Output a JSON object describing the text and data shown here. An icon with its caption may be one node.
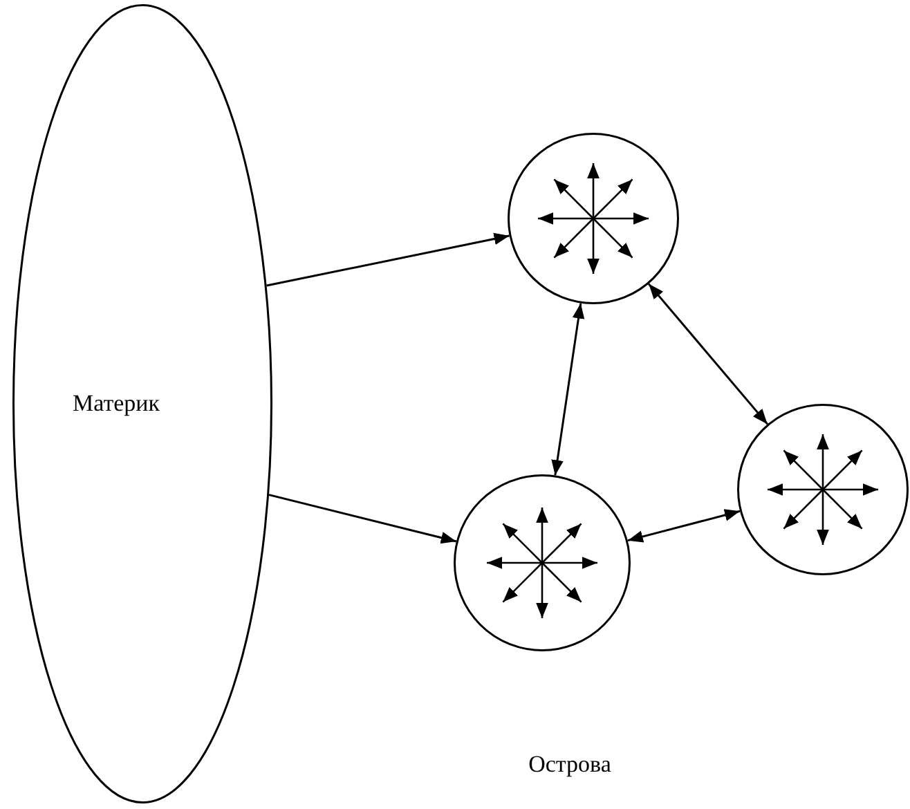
{
  "diagram": {
    "nodes": [
      {
        "text": [
          "Материк"
        ]
      },
      {
        "text": [],
        "shape": "circle"
      },
      {
        "text": [],
        "shape": "circle"
      },
      {
        "text": [],
        "shape": "circle"
      }
    ],
    "edges": [
      {
        "from": 0,
        "to": 1,
        "arrow": "to"
      },
      {
        "from": 0,
        "to": 2,
        "arrow": "to"
      },
      {
        "from": 1,
        "to": 2,
        "arrow": "both"
      },
      {
        "from": 1,
        "to": 3,
        "arrow": "both"
      },
      {
        "from": 2,
        "to": 3,
        "arrow": "both"
      }
    ],
    "labels": [
      "Острова"
    ]
  }
}
